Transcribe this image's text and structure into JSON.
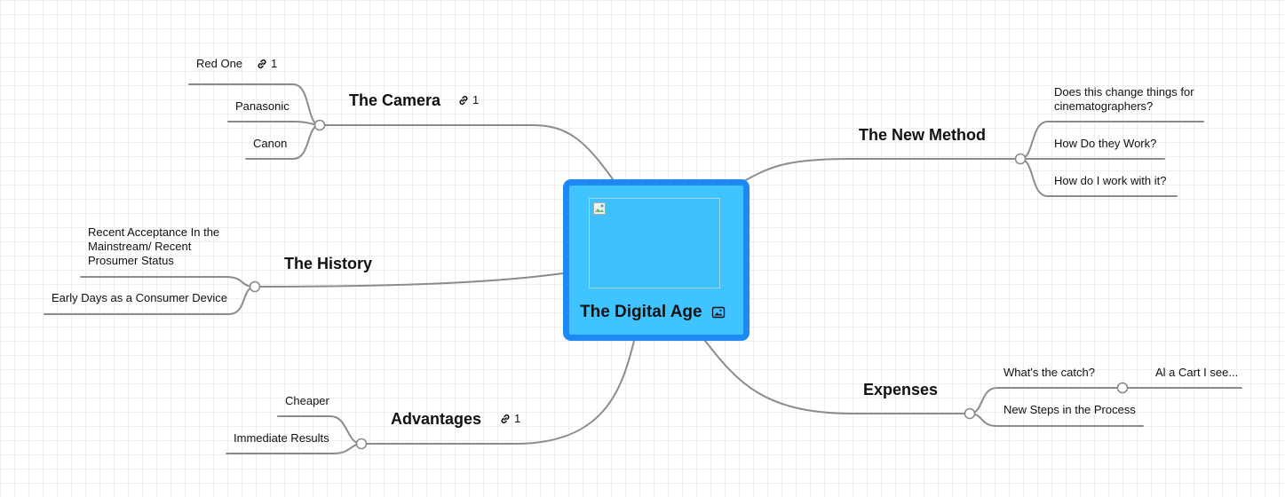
{
  "central": {
    "title": "The Digital Age"
  },
  "branches": {
    "camera": {
      "title": "The Camera",
      "link_count": "1",
      "children": [
        {
          "label": "Red One",
          "link_count": "1"
        },
        {
          "label": "Panasonic"
        },
        {
          "label": "Canon"
        }
      ]
    },
    "history": {
      "title": "The History",
      "children": [
        {
          "label": "Recent Acceptance In the Mainstream/ Recent Prosumer Status"
        },
        {
          "label": "Early Days as a Consumer Device"
        }
      ]
    },
    "advantages": {
      "title": "Advantages",
      "link_count": "1",
      "children": [
        {
          "label": "Cheaper"
        },
        {
          "label": "Immediate Results"
        }
      ]
    },
    "new_method": {
      "title": "The New Method",
      "children": [
        {
          "label": "Does this change things for cinematographers?"
        },
        {
          "label": "How Do they Work?"
        },
        {
          "label": "How do I work with it?"
        }
      ]
    },
    "expenses": {
      "title": "Expenses",
      "children": [
        {
          "label": "What's the catch?",
          "children": [
            {
              "label": "Al a Cart I see..."
            }
          ]
        },
        {
          "label": "New Steps in the Process"
        }
      ]
    }
  },
  "colors": {
    "connector": "#8c8c8c",
    "central_fill": "#40c4ff",
    "central_border": "#1e88f5"
  },
  "icons": {
    "link": "link-icon",
    "image": "image-icon"
  }
}
